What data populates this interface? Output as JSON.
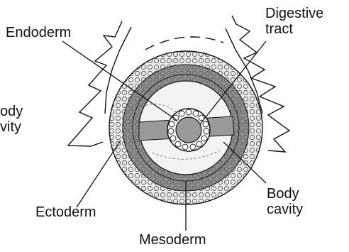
{
  "labels": {
    "endoderm": "Endoderm",
    "digestive_tract": [
      "Digestive",
      "tract"
    ],
    "body_cavity_left": [
      "ody",
      "vity"
    ],
    "body_cavity_right": [
      "Body",
      "cavity"
    ],
    "ectoderm": "Ectoderm",
    "mesoderm": "Mesoderm"
  },
  "colors": {
    "line": "#111111",
    "ectoderm_fill": "#e9e9e9",
    "mesoderm_fill": "#8e8e8e",
    "cavity_fill": "#f3f3f3",
    "endoderm_fill": "#ffffff",
    "lumen_fill": "#9a9a9a"
  }
}
